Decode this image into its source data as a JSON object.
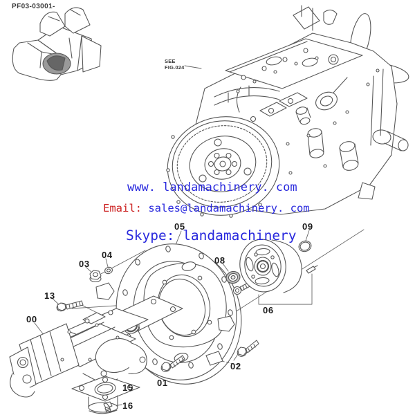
{
  "figure": {
    "code": "PF03-03001-",
    "see_fig_line1": "SEE",
    "see_fig_line2": "FIG.024"
  },
  "watermark": {
    "website": "www. landamachinery. com",
    "email_label": "Email:",
    "email_address": "sales@landamachinery. com",
    "skype": "Skype: landamachinery",
    "link_color": "#2828dd",
    "email_label_color": "#cc2222"
  },
  "parts": [
    {
      "num": "00"
    },
    {
      "num": "01"
    },
    {
      "num": "02"
    },
    {
      "num": "03"
    },
    {
      "num": "04"
    },
    {
      "num": "05"
    },
    {
      "num": "06"
    },
    {
      "num": "08"
    },
    {
      "num": "09"
    },
    {
      "num": "13"
    },
    {
      "num": "15"
    },
    {
      "num": "16"
    }
  ]
}
